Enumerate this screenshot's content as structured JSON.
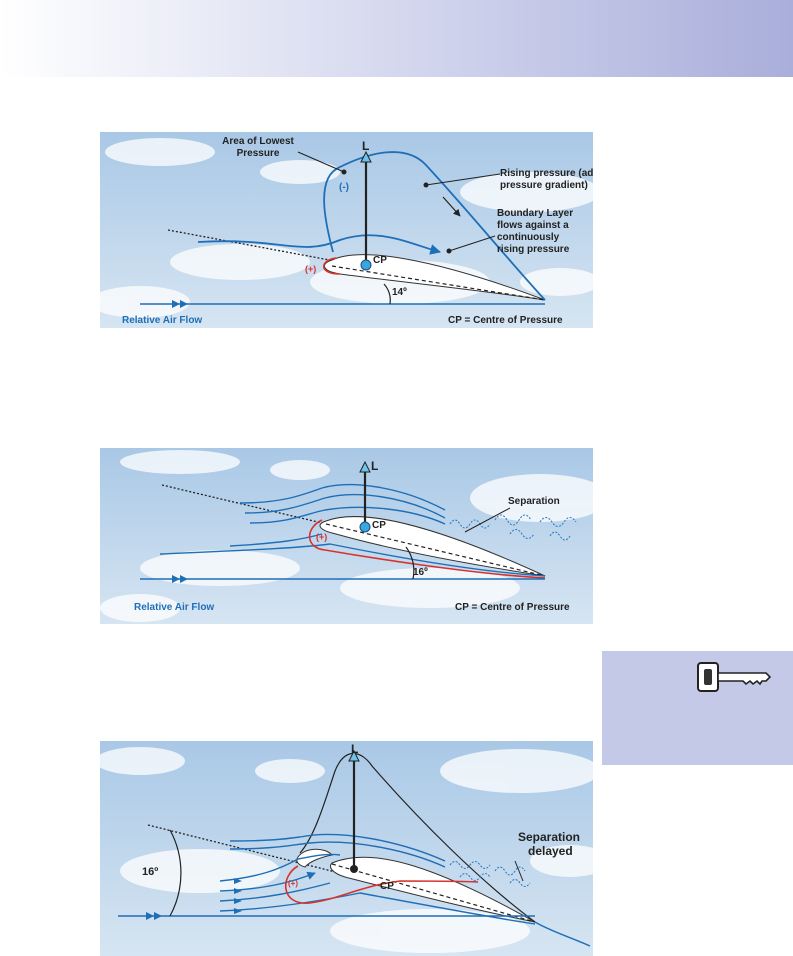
{
  "figure1": {
    "label_lowest_pressure_line1": "Area of Lowest",
    "label_lowest_pressure_line2": "Pressure",
    "label_lift": "L",
    "label_minus": "(-)",
    "label_plus": "(+)",
    "label_cp": "CP",
    "label_rising_line1": "Rising pressure (adverse",
    "label_rising_line2": "pressure gradient)",
    "label_bl_line1": "Boundary Layer",
    "label_bl_line2": "flows against a",
    "label_bl_line3": "continuously",
    "label_bl_line4": "rising pressure",
    "label_angle": "14º",
    "label_relative_airflow": "Relative Air Flow",
    "label_cp_def": "CP = Centre of Pressure"
  },
  "figure2": {
    "label_lift": "L",
    "label_plus": "(+)",
    "label_cp": "CP",
    "label_separation": "Separation",
    "label_angle": "16º",
    "label_relative_airflow": "Relative Air Flow",
    "label_cp_def": "CP = Centre of Pressure"
  },
  "figure3": {
    "label_lift": "L",
    "label_plus": "(+)",
    "label_cp": "CP",
    "label_sep_line1": "Separation",
    "label_sep_line2": "delayed",
    "label_angle": "16º"
  },
  "colors": {
    "flow_blue": "#1f6fb8",
    "pressure_red": "#d9312b",
    "cp_cyan": "#3aa6e0",
    "sky_top": "#a9c8e6",
    "sky_bottom": "#d4e4f2",
    "key_box": "#c5c9e8"
  },
  "icons": {
    "key": "key-icon"
  }
}
